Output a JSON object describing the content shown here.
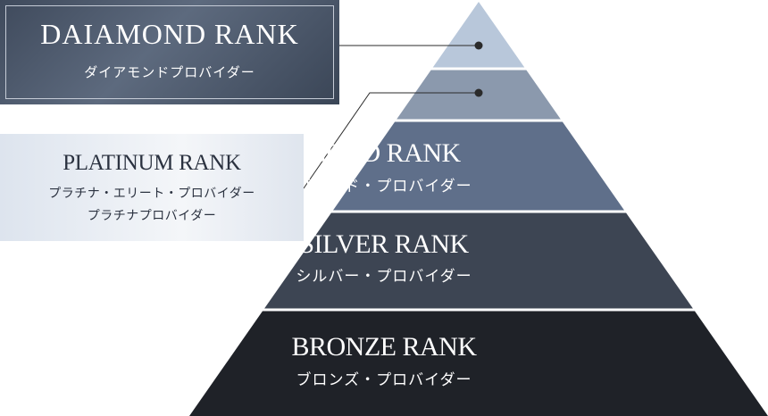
{
  "diamond": {
    "title": "DAIAMOND  RANK",
    "subtitle": "ダイアモンドプロバイダー"
  },
  "platinum": {
    "title": "PLATINUM RANK",
    "subtitle_line1": "プラチナ・エリート・プロバイダー",
    "subtitle_line2": "プラチナプロバイダー"
  },
  "tiers": [
    {
      "id": "diamond-tier",
      "color": "#b8c7da"
    },
    {
      "id": "platinum-tier",
      "color": "#8b99ad"
    },
    {
      "id": "gold-tier",
      "color": "#5f6f8a",
      "title": "GOLD RANK",
      "subtitle": "ゴールド・プロバイダー"
    },
    {
      "id": "silver-tier",
      "color": "#3d4553",
      "title": "SILVER RANK",
      "subtitle": "シルバー・プロバイダー"
    },
    {
      "id": "bronze-tier",
      "color": "#1f2228",
      "title": "BRONZE RANK",
      "subtitle": "ブロンズ・プロバイダー"
    }
  ],
  "connector_color": "#2b2b2b"
}
